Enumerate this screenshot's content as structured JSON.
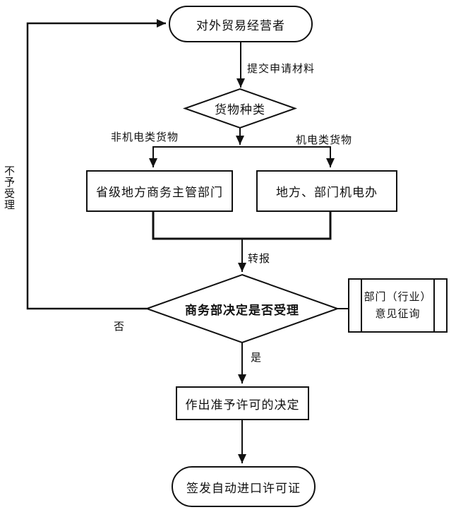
{
  "colors": {
    "line": "#111111",
    "background": "#ffffff",
    "text": "#111111"
  },
  "flowchart": {
    "start": "对外贸易经营者",
    "edge_submit": "提交申请材料",
    "decision_goods": "货物种类",
    "branch_non_mechelec": "非机电类货物",
    "branch_mechelec": "机电类货物",
    "box_provincial": "省级地方商务主管部门",
    "box_mechelec_office": "地方、部门机电办",
    "edge_forward": "转报",
    "decision_accept": "商务部决定是否受理",
    "consult_line1": "部门（行业）",
    "consult_line2": "意见征询",
    "edge_no": "否",
    "edge_yes": "是",
    "edge_rejected": "不予受理",
    "box_grant": "作出准予许可的决定",
    "end": "签发自动进口许可证"
  }
}
